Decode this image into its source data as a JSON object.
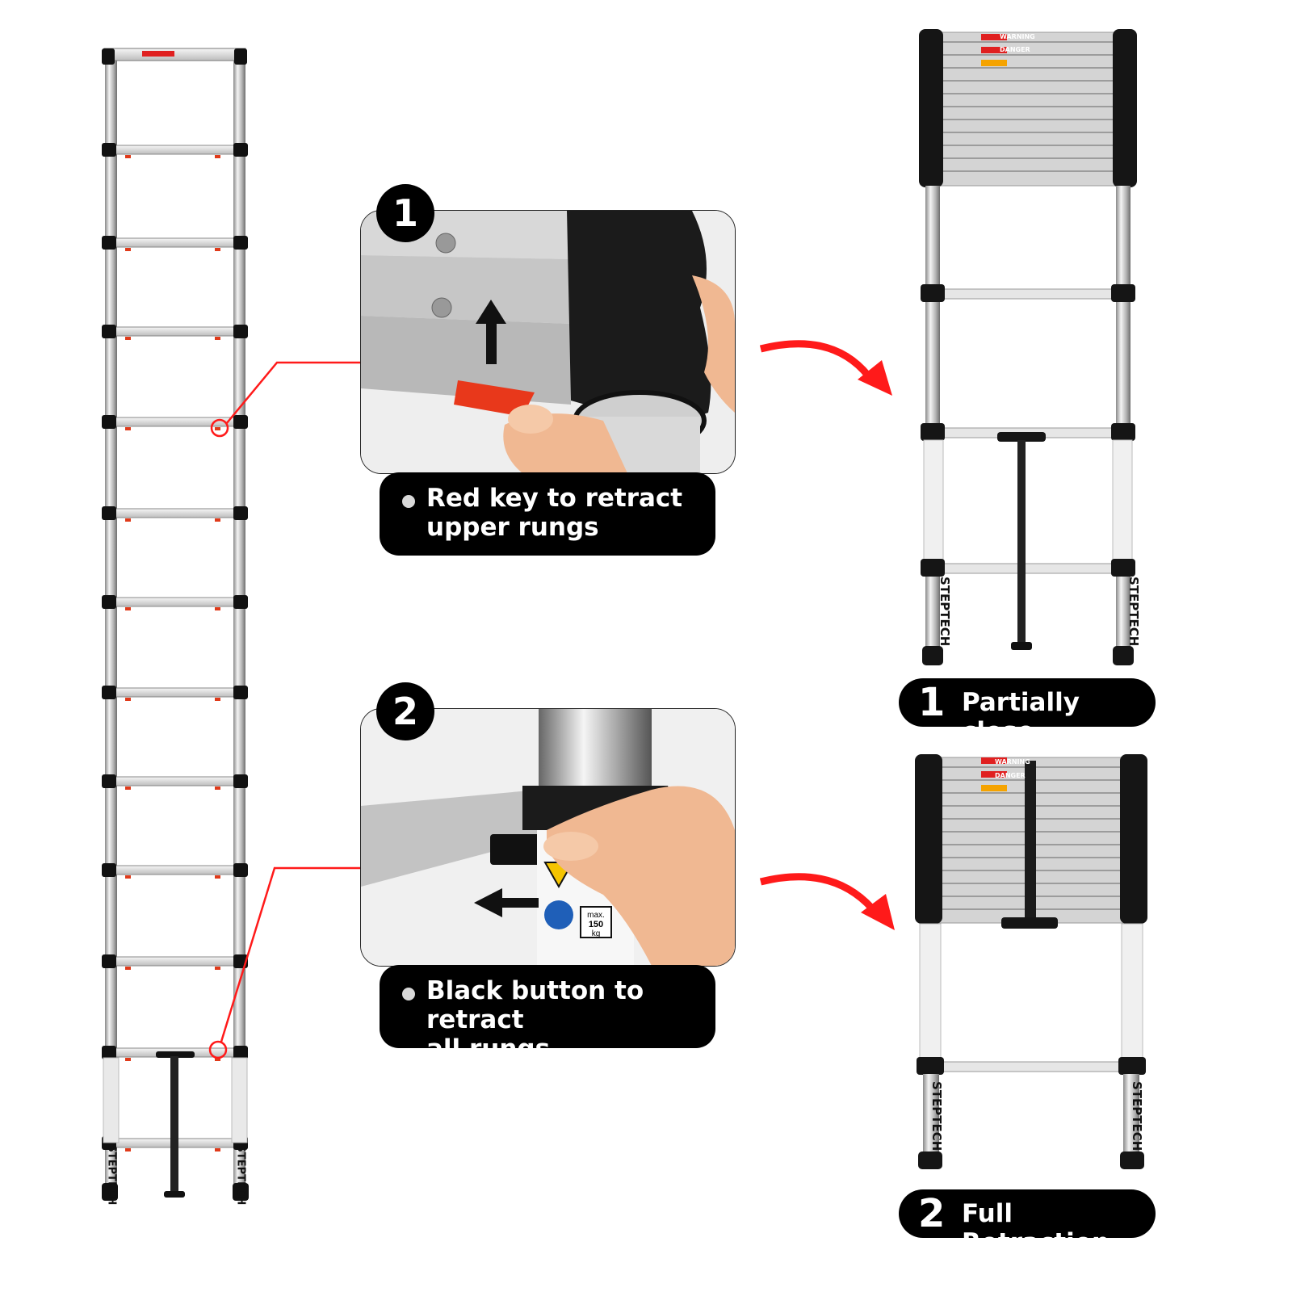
{
  "step1": {
    "number": "1",
    "caption_line1": "Red key to retract",
    "caption_line2": "upper rungs"
  },
  "step2": {
    "number": "2",
    "caption_line1": "Black button to retract",
    "caption_line2": "all rungs"
  },
  "result1": {
    "number": "1",
    "label": "Partially close"
  },
  "result2": {
    "number": "2",
    "label": "Full Retraction"
  },
  "labels": {
    "warning": "WARNING",
    "danger": "DANGER",
    "brand": "STEPTECH",
    "max_load_line1": "max.",
    "max_load_line2": "150",
    "max_load_line3": "kg"
  },
  "colors": {
    "accent_red": "#ff1a1a",
    "rail": "#c9c9c9",
    "black": "#111111"
  }
}
